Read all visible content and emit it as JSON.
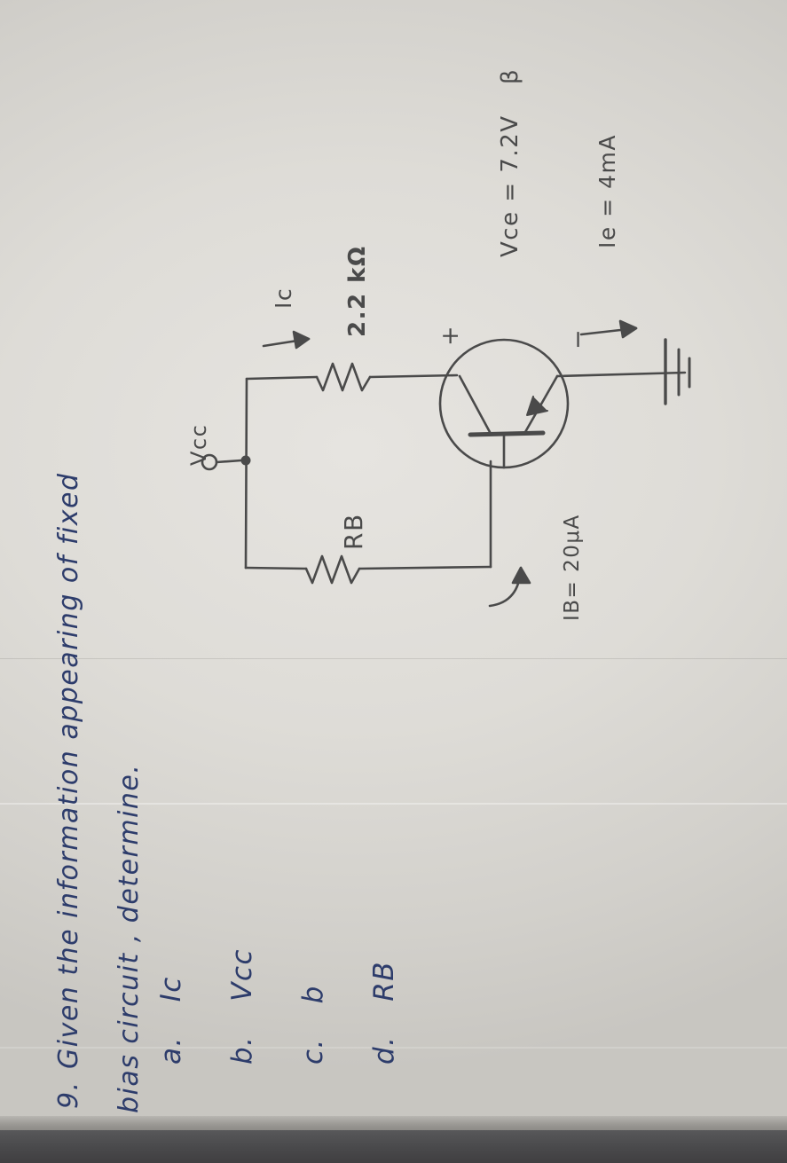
{
  "page": {
    "background_color": "#ddd9d4",
    "ink_color": "#2d3c6b",
    "pencil_color": "#4a4a4a",
    "orientation_note": "text written sideways, rotated 90 degrees counter-clockwise"
  },
  "question": {
    "number": "9.",
    "line1": "Given  the  information  appearing  of  fixed",
    "line2": "bias  circuit ,  determine."
  },
  "items": [
    {
      "marker": "a.",
      "label": "Ic"
    },
    {
      "marker": "b.",
      "label": "Vcc"
    },
    {
      "marker": "c.",
      "label": "b"
    },
    {
      "marker": "d.",
      "label": "RB"
    }
  ],
  "circuit": {
    "title": "fixed bias circuit",
    "labels": {
      "vcc_terminal": "Vcc",
      "collector_current": "Ic",
      "collector_resistor": "2.2 kΩ",
      "base_resistor": "RB",
      "base_current": "IB= 20μA",
      "vce": "Vce = 7.2V",
      "beta": "β",
      "emitter_current": "Ie = 4mA",
      "plus_sign": "+",
      "minus_sign": "−"
    },
    "components": [
      {
        "name": "npn-transistor",
        "type": "BJT"
      },
      {
        "name": "collector-resistor",
        "value": "2.2 kΩ"
      },
      {
        "name": "base-resistor",
        "value": "RB"
      },
      {
        "name": "ground-symbol",
        "type": "earth"
      },
      {
        "name": "vcc-terminal",
        "type": "node"
      }
    ]
  }
}
